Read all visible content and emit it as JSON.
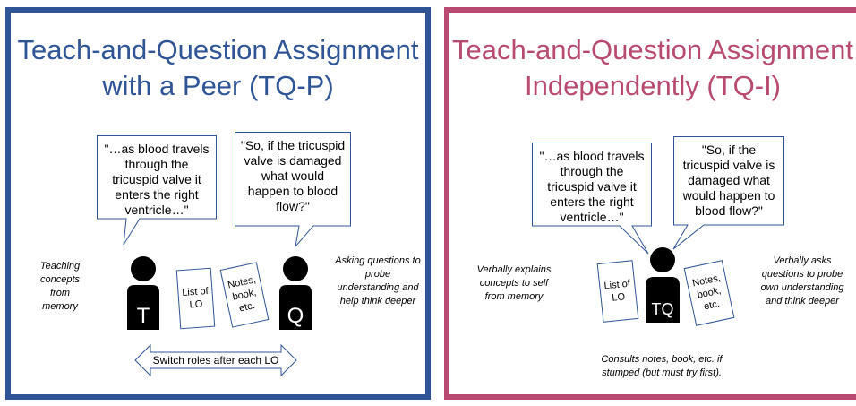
{
  "left": {
    "title_line1": "Teach-and-Question Assignment",
    "title_line2": "with a Peer  (TQ-P)",
    "bubble1": "\"…as blood travels through the tricuspid valve it enters the right ventricle…\"",
    "bubble2": "\"So, if the tricuspid valve is damaged what would happen to blood flow?\"",
    "teaching_note": "Teaching concepts from memory",
    "asking_note": "Asking questions to probe understanding and help think deeper",
    "person_t": "T",
    "person_q": "Q",
    "card_list": "List of LO",
    "card_notes": "Notes, book, etc.",
    "switch_label": "Switch roles after each LO"
  },
  "right": {
    "title_line1": "Teach-and-Question Assignment",
    "title_line2": "Independently  (TQ-I)",
    "bubble1": "\"…as blood travels through the tricuspid valve it enters the right ventricle…\"",
    "bubble2": "\"So, if the tricuspid valve is damaged what would happen to blood flow?\"",
    "explain_note": "Verbally explains concepts to self from memory",
    "ask_note": "Verbally asks questions to probe own understanding and think deeper",
    "person_tq": "TQ",
    "card_list": "List of LO",
    "card_notes": "Notes, book, etc.",
    "consult_note": "Consults notes, book, etc. if stumped (but must try first)."
  }
}
